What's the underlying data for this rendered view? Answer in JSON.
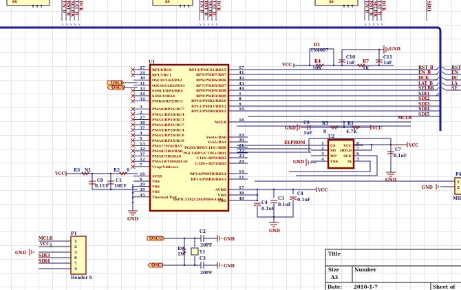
{
  "top_bus": {
    "groups": [
      {
        "label": "ss",
        "nets": [
          "EN_B",
          "RST_B",
          "SELBK",
          "LAT_B",
          "DCK"
        ]
      },
      {
        "label": "ss",
        "nets": [
          "EN_B",
          "RST_B",
          "SELBK",
          "LAT_B",
          "DCK"
        ]
      },
      {
        "label": "ss",
        "nets": [
          "EN_B",
          "RST_B",
          "SELBK",
          "LAT_B",
          "DCK"
        ]
      }
    ],
    "extra_net": "SDI1"
  },
  "u1": {
    "designator": "U1",
    "part": "dsPIC33FJ128GP804-I/ML",
    "left_pins": [
      {
        "num": "27",
        "name": "RP14/RC0"
      },
      {
        "num": "24",
        "name": "RP17/RC1"
      },
      {
        "num": "30",
        "name": "OSCI/CLKI/RA2"
      },
      {
        "num": "31",
        "name": "OSCO/CLKO/RA3"
      },
      {
        "num": "33",
        "name": "SOSCI/RP4/RB4"
      },
      {
        "num": "34",
        "name": "SOSCO/RA4"
      },
      {
        "num": "34",
        "name": "PMRD/RP5/RC3"
      },
      {
        "num": "3",
        "name": "PMA0/RP21/RC7"
      },
      {
        "num": "2",
        "name": "PMA1/RP20/RC4"
      },
      {
        "num": "27",
        "name": "PMA2/RP19/RC3"
      },
      {
        "num": "38",
        "name": "PMA3/RP21/RC7"
      },
      {
        "num": "37",
        "name": "PMA4/RP20/RC4"
      },
      {
        "num": "4",
        "name": "PMA5/RP24/RC8"
      },
      {
        "num": "5",
        "name": "PMA6/RP25/RC9"
      },
      {
        "num": "13",
        "name": "PMA7/TCK/RA7"
      },
      {
        "num": "32",
        "name": "PMA8/TDO/RA8"
      },
      {
        "num": "37",
        "name": "PMA9/TDI/RA9"
      },
      {
        "num": "12",
        "name": "PMA10/TMS/RA10"
      },
      {
        "num": "7",
        "name": "Vcap/Vddcore"
      },
      {
        "num": "16",
        "name": "AVSS"
      },
      {
        "num": "6",
        "name": "VSS"
      },
      {
        "num": "29",
        "name": "VSS"
      },
      {
        "num": "39",
        "name": "VSS"
      },
      {
        "num": "45",
        "name": "Thermal Pad"
      }
    ],
    "right_pins": [
      {
        "num": "17",
        "name": "RP15/PMCS1/RB15"
      },
      {
        "num": "41",
        "name": "RP5/PMD7/RB7"
      },
      {
        "num": "42",
        "name": "RP6/PMD6/RB6"
      },
      {
        "num": "43",
        "name": "RP7/PMD5/RB7"
      },
      {
        "num": "44",
        "name": "RP8/PMD4/RB8"
      },
      {
        "num": "1",
        "name": "RP9/PMD3/RB9"
      },
      {
        "num": "8",
        "name": "RP10/PMD2/RB10"
      },
      {
        "num": "9",
        "name": "RP11/PMD1/RB11"
      },
      {
        "num": "10",
        "name": "RP12/PMD0/RB12"
      },
      {
        "num": "18",
        "name": "MCLR"
      },
      {
        "num": "19",
        "name": "Vref+/RA0"
      },
      {
        "num": "20",
        "name": "Vref-/RA1"
      },
      {
        "num": "21",
        "name": "PGD1/RP0/C1IN-/RB0"
      },
      {
        "num": "22",
        "name": "PGC1/RP1/C1IN+/RB1"
      },
      {
        "num": "23",
        "name": "C1IN-/RP2/RB2"
      },
      {
        "num": "24",
        "name": "C1IN+/RP3/RB3"
      },
      {
        "num": "14",
        "name": "RP14/PMWR/RB14"
      },
      {
        "num": "11",
        "name": "RP13/PMRD/RB13"
      },
      {
        "num": "17",
        "name": "AVDD"
      },
      {
        "num": "38",
        "name": "VDD"
      },
      {
        "num": "40",
        "name": "VDD"
      }
    ]
  },
  "net_ports": {
    "osci": "OSCI",
    "osco": "OSCO"
  },
  "reset_circuit": {
    "d1": {
      "ref": "D1",
      "value": "1N4007"
    },
    "r4": {
      "ref": "R4",
      "value": "10K"
    },
    "r7": {
      "ref": "R7",
      "value": "1K"
    },
    "c10": {
      "ref": "C10",
      "value": "1uF"
    },
    "c11": {
      "ref": "C11",
      "value": "1uF"
    },
    "vcc": "VCC",
    "gnd": "GND"
  },
  "bus_nets": [
    "RST_B",
    "EN_B",
    "DCK",
    "LAT_B",
    "SELBK",
    "SDI1",
    "SDI2",
    "SDI3",
    "SDI4",
    "SDI5"
  ],
  "bus_nets_right": [
    "RST",
    "EN",
    "DC",
    "LA",
    "SE"
  ],
  "mclr_net": "MCLR",
  "mclr_circuit": {
    "c9": {
      "ref": "C9",
      "value": "1uF"
    },
    "r5": {
      "ref": "R5",
      "value": "0"
    },
    "r1": {
      "ref": "R1",
      "value": "4.7K"
    },
    "gnd": "GND",
    "vcc": "VCC"
  },
  "eeprom": {
    "net_label": "EEPROM",
    "designator": "U2",
    "left_pins": [
      {
        "num": "1",
        "name": "CS"
      },
      {
        "num": "2",
        "name": "SO"
      },
      {
        "num": "3",
        "name": "WP"
      },
      {
        "num": "4",
        "name": "VSS"
      }
    ],
    "right_pins": [
      {
        "num": "8",
        "name": "VCC"
      },
      {
        "num": "7",
        "name": "HOLD"
      },
      {
        "num": "6",
        "name": "SCK"
      },
      {
        "num": "5",
        "name": "SI"
      }
    ],
    "gnd": "GND",
    "c7": {
      "ref": "C7",
      "value": "0.1uF"
    },
    "vcc": "VCC",
    "gnd2": "GND"
  },
  "p4": {
    "ref": "P4",
    "pins": [
      "1",
      "2"
    ],
    "label": "MH"
  },
  "p4_gnd": "GND",
  "vcap_circuit": {
    "vcc": "VCC",
    "r3": {
      "ref": "R3",
      "value": "NL"
    },
    "r2": {
      "ref": "R2",
      "value": "0"
    },
    "c8": {
      "ref": "C8",
      "value": "0.1UF"
    },
    "c1": {
      "ref": "C1",
      "value": "10UF"
    },
    "gnd": "GND"
  },
  "decoupling": {
    "vcc": "VCC",
    "caps": [
      {
        "ref": "C4",
        "value": "0.1uF"
      },
      {
        "ref": "C3",
        "value": "0.1uF"
      },
      {
        "ref": "C4",
        "value": "0.1uF"
      }
    ],
    "gnd": "GND"
  },
  "p1": {
    "ref": "P1",
    "label": "Header 6",
    "pins": [
      "1",
      "2",
      "3",
      "6",
      "7",
      "4"
    ],
    "nets": [
      "MCLR",
      "VCC",
      "GND",
      "SDI3",
      "SDI4"
    ]
  },
  "crystal": {
    "osco": "OSCO",
    "osci": "OSCI",
    "c2": {
      "ref": "C2",
      "value": "20PF"
    },
    "c3": {
      "ref": "C3",
      "value": "20PF"
    },
    "r6": {
      "ref": "R6",
      "value": "1M"
    },
    "y1": {
      "ref": "Y1"
    },
    "gnd": "GND"
  },
  "title_block": {
    "title_label": "Title",
    "size_label": "Size",
    "size_value": "A3",
    "number_label": "Number",
    "date_label": "Date:",
    "date_value": "2010-1-7",
    "sheet_label": "Sheet of"
  },
  "colors": {
    "wire": "#1a1a6e",
    "component": "#8b0000",
    "body": "#ffffc0",
    "text": "#8b0000",
    "pin_text": "#1a1a6e",
    "bus": "#1a1a8e"
  }
}
